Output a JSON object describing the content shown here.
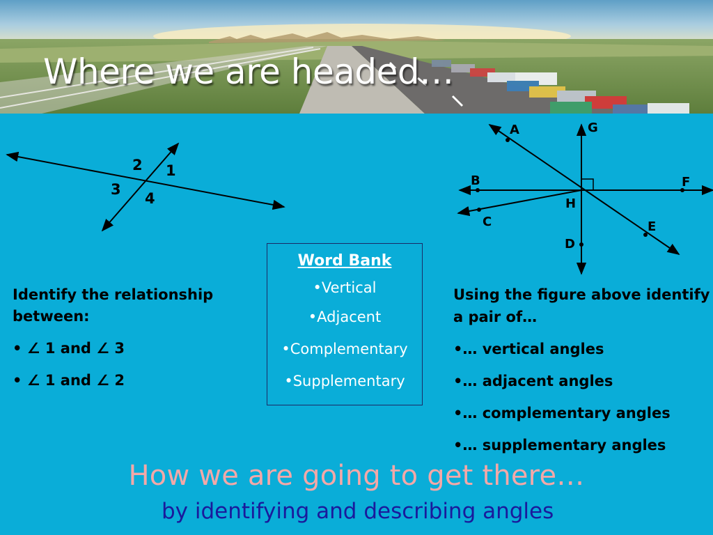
{
  "slide": {
    "title": "Where we are headed…"
  },
  "left_figure": {
    "labels": [
      "2",
      "1",
      "3",
      "4"
    ]
  },
  "right_figure": {
    "points": [
      "A",
      "G",
      "B",
      "F",
      "H",
      "C",
      "E",
      "D"
    ]
  },
  "left_text": {
    "intro": "Identify the relationship between:",
    "bullets": [
      "• ∠ 1 and ∠ 3",
      "• ∠ 1 and ∠ 2"
    ]
  },
  "word_bank": {
    "title": "Word Bank",
    "items": [
      "•Vertical",
      "•Adjacent",
      "•Complementary",
      "•Supplementary"
    ]
  },
  "right_text": {
    "intro": "Using the figure above identify a pair of…",
    "bullets": [
      "•… vertical angles",
      "•… adjacent angles",
      "•… complementary angles",
      "•… supplementary angles"
    ]
  },
  "footer": {
    "line1": "How we are going to get there…",
    "line2": "by identifying and describing angles"
  },
  "colors": {
    "background": "#0aadd8",
    "title": "#ffffff",
    "subtitle": "#f3a8a8",
    "subtitle_line2": "#1a1a9c"
  }
}
